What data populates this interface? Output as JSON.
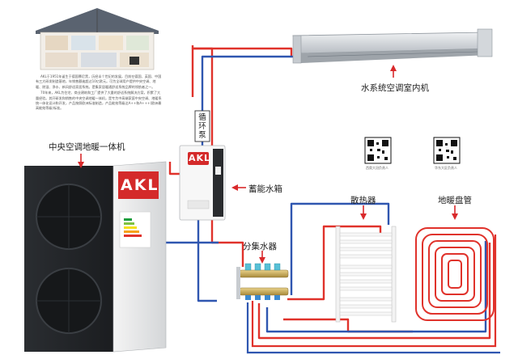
{
  "intro": {
    "paragraphs": [
      "AKL于1951年诞生于德国慕尼黑，历经半个世纪的发展，目前在德国、英国、中国有三大研发制造基地，年销售额逾超过10亿欧元。可为全球用户提供中央空调、地暖、除湿、净水、新风舒适家居系统。是集家居暖通舒适系统品牌的领航者之一。",
      "70年来，AKL为住宅、商业建筑和工厂提供了大量的舒适系统解决方案，积累了大量经验。其开研发和销售的中央空调地暖一体机，是专为中高端家庭中央空调、地暖系统一体化设计和开发，产品按照欧洲标准制造，产品能效等级达A++和A+++(欧洲最高能效等级)标准。"
    ]
  },
  "labels": {
    "indoor_unit": "水系统空调室内机",
    "circulation_pump": "循环泵",
    "storage_tank": "蓄能水箱",
    "outdoor_unit": "中央空调地暖一体机",
    "radiator": "散热器",
    "floor_heating": "地暖盘管",
    "manifold": "分集水器"
  },
  "brand": {
    "logo_text": "AKL"
  },
  "qr_codes": [
    {
      "caption": "西奥大冠负责人"
    },
    {
      "caption": "华东大区负责人"
    }
  ],
  "colors": {
    "hot_pipe": "#e0322b",
    "cold_pipe": "#2f56b0",
    "label_arrow": "#d9292b",
    "brand_red": "#d42a2a"
  },
  "icons": {
    "house": "house-illustration-icon",
    "outdoor_unit": "heat-pump-unit-icon",
    "tank": "water-tank-icon",
    "indoor_unit": "ducted-indoor-unit-icon",
    "radiator": "radiator-icon",
    "floor_coil": "floor-heating-coil-icon",
    "manifold": "manifold-icon",
    "qr": "qr-code-icon"
  }
}
